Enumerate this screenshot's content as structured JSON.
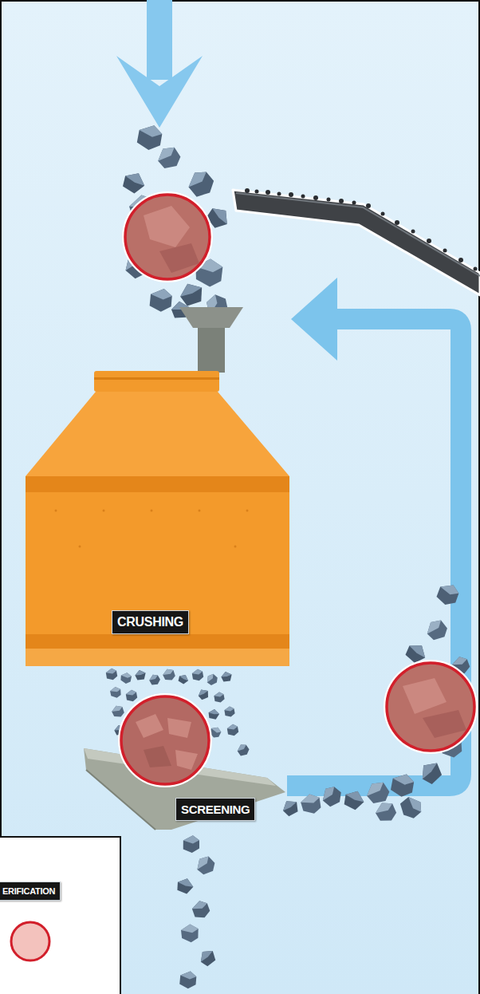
{
  "diagram": {
    "nodes": [
      {
        "text": [
          "CRUSHING"
        ]
      },
      {
        "text": [
          "SCREENING"
        ]
      },
      {
        "text": [
          "ERIFICATION"
        ]
      }
    ],
    "edges": [
      {
        "from": 1,
        "to": 0,
        "arrow": "to"
      }
    ]
  }
}
